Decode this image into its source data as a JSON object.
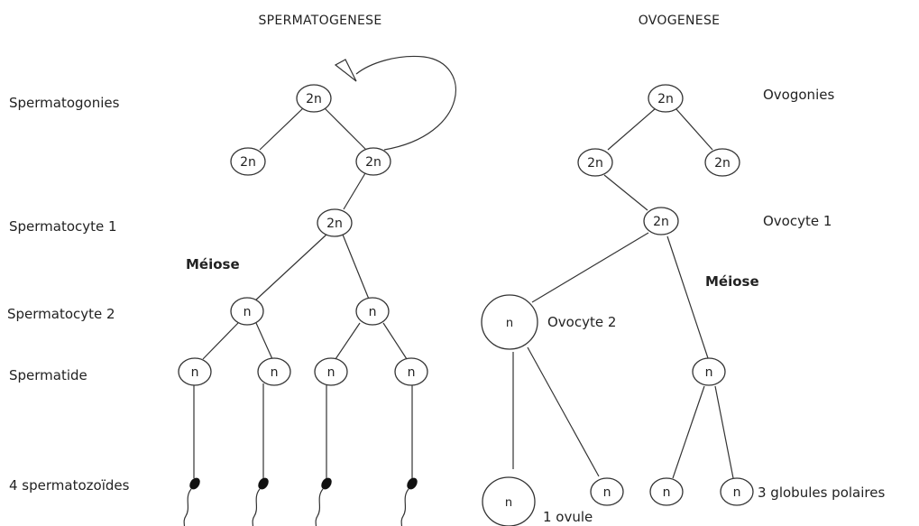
{
  "headers": {
    "left": "SPERMATOGENESE",
    "right": "OVOGENESE"
  },
  "left_labels": {
    "spermatogonies": "Spermatogonies",
    "spermatocyte1": "Spermatocyte 1",
    "meiose": "Méiose",
    "spermatocyte2": "Spermatocyte 2",
    "spermatide": "Spermatide",
    "spermatozoides": "4 spermatozoïdes"
  },
  "right_labels": {
    "ovogonies": "Ovogonies",
    "ovocyte1": "Ovocyte 1",
    "meiose": "Méiose",
    "ovocyte2": "Ovocyte 2",
    "ovule": "1 ovule",
    "globules": "3 globules polaires"
  },
  "cells": {
    "diploid": "2n",
    "haploid": "n"
  }
}
